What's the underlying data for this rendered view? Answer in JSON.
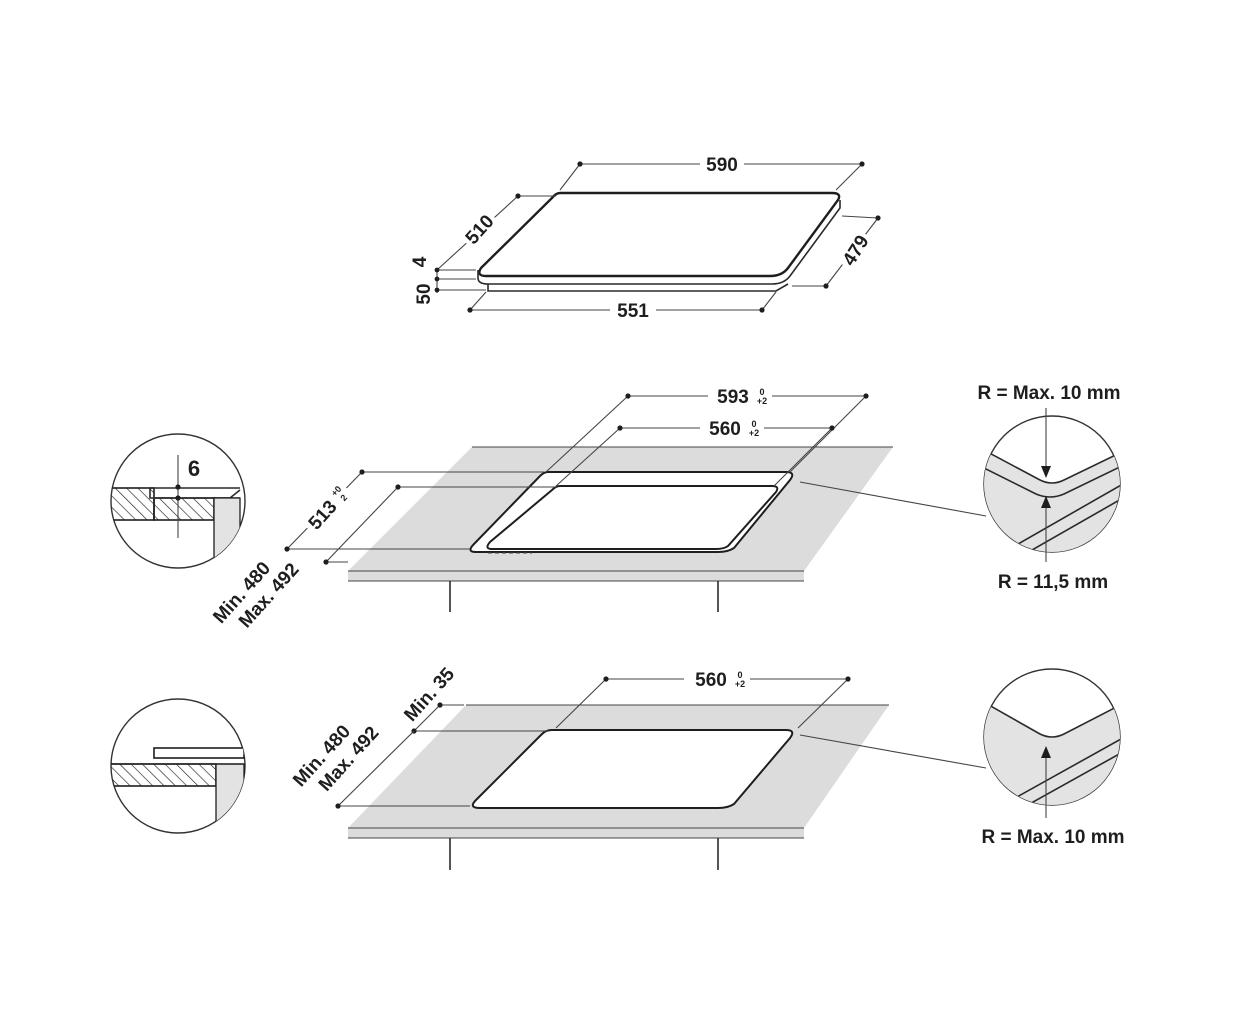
{
  "colors": {
    "stroke": "#1e1e1e",
    "worktop": "#dcdcdc",
    "detail_fill": "#e3e3e3",
    "background": "#ffffff"
  },
  "hob": {
    "width": "590",
    "depth": "510",
    "glass_thickness": "4",
    "box_height": "50",
    "box_width": "551",
    "box_depth": "479"
  },
  "cutout_flush": {
    "outer_width": "593",
    "outer_width_tol": {
      "top": "0",
      "bottom": "+2"
    },
    "inner_width": "560",
    "inner_width_tol": {
      "top": "0",
      "bottom": "+2"
    },
    "outer_depth": "513",
    "outer_depth_tol": {
      "top": "+0",
      "bottom": "2"
    },
    "depth_min": "Min. 480",
    "depth_max": "Max. 492",
    "rebate_depth": "6",
    "radius_outer": "R = Max. 10 mm",
    "radius_inner": "R = 11,5 mm"
  },
  "cutout_standard": {
    "width": "560",
    "width_tol": {
      "top": "0",
      "bottom": "+2"
    },
    "edge_min": "Min. 35",
    "depth_min": "Min. 480",
    "depth_max": "Max. 492",
    "radius": "R = Max. 10 mm"
  }
}
